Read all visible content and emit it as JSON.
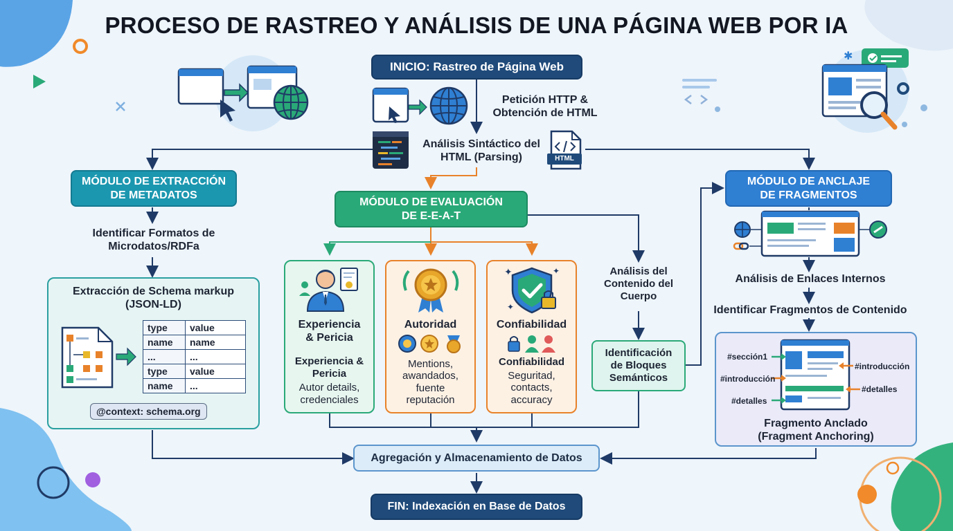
{
  "title": "PROCESO DE RASTREO Y ANÁLISIS DE UNA PÁGINA WEB POR IA",
  "start": "INICIO: Rastreo de Página Web",
  "http_step": {
    "line1": "Petición HTTP &",
    "line2": "Obtención de HTML"
  },
  "parse_step": {
    "line1": "Análisis Sintáctico del",
    "line2": "HTML (Parsing)"
  },
  "html_doc_label": "HTML",
  "metadata_module": {
    "title_line1": "MÓDULO DE EXTRACCIÓN",
    "title_line2": "DE METADATOS",
    "step_line1": "Identificar Formatos de",
    "step_line2": "Microdatos/RDFa",
    "panel_title_line1": "Extracción de Schema markup",
    "panel_title_line2": "(JSON-LD)",
    "table": [
      [
        "type",
        "value"
      ],
      [
        "name",
        "name"
      ],
      [
        "...",
        "..."
      ],
      [
        "type",
        "value"
      ],
      [
        "name",
        "..."
      ]
    ],
    "context": "@context: schema.org"
  },
  "eeat_module": {
    "title_line1": "MÓDULO DE EVALUACIÓN",
    "title_line2": "DE E-E-A-T",
    "cards": [
      {
        "title_line1": "Experiencia",
        "title_line2": "& Pericia",
        "sub_line1": "Experiencia &",
        "sub_line2": "Pericia",
        "desc_line1": "Autor details,",
        "desc_line2": "credenciales"
      },
      {
        "title_line1": "Autoridad",
        "desc_line1": "Mentions,",
        "desc_line2": "awandados,",
        "desc_line3": "fuente",
        "desc_line4": "reputación"
      },
      {
        "title_line1": "Confiabilidad",
        "sub_line1": "Confiabilidad",
        "desc_line1": "Seguritad,",
        "desc_line2": "contacts,",
        "desc_line3": "accuracy"
      }
    ]
  },
  "body_analysis": {
    "line1": "Análisis del",
    "line2": "Contenido del",
    "line3": "Cuerpo"
  },
  "semantic_blocks": {
    "line1": "Identificación",
    "line2": "de Bloques",
    "line3": "Semánticos"
  },
  "anchor_module": {
    "title_line1": "MÓDULO DE ANCLAJE",
    "title_line2": "DE FRAGMENTOS",
    "step1": "Análisis de Enlaces Internos",
    "step2": "Identificar Fragmentos de Contenido",
    "fragments": [
      "#sección1",
      "#introducción",
      "#introducción",
      "#detalles",
      "#detalles"
    ],
    "panel_caption_line1": "Fragmento Anclado",
    "panel_caption_line2": "(Fragment Anchoring)"
  },
  "aggregation": "Agregación y Almacenamiento de Datos",
  "end": "FIN: Indexación en Base de Datos",
  "colors": {
    "navy": "#1f4a7a",
    "teal": "#1c97b0",
    "green": "#2aa978",
    "blue": "#2f7fd3",
    "orange": "#e8822a"
  }
}
